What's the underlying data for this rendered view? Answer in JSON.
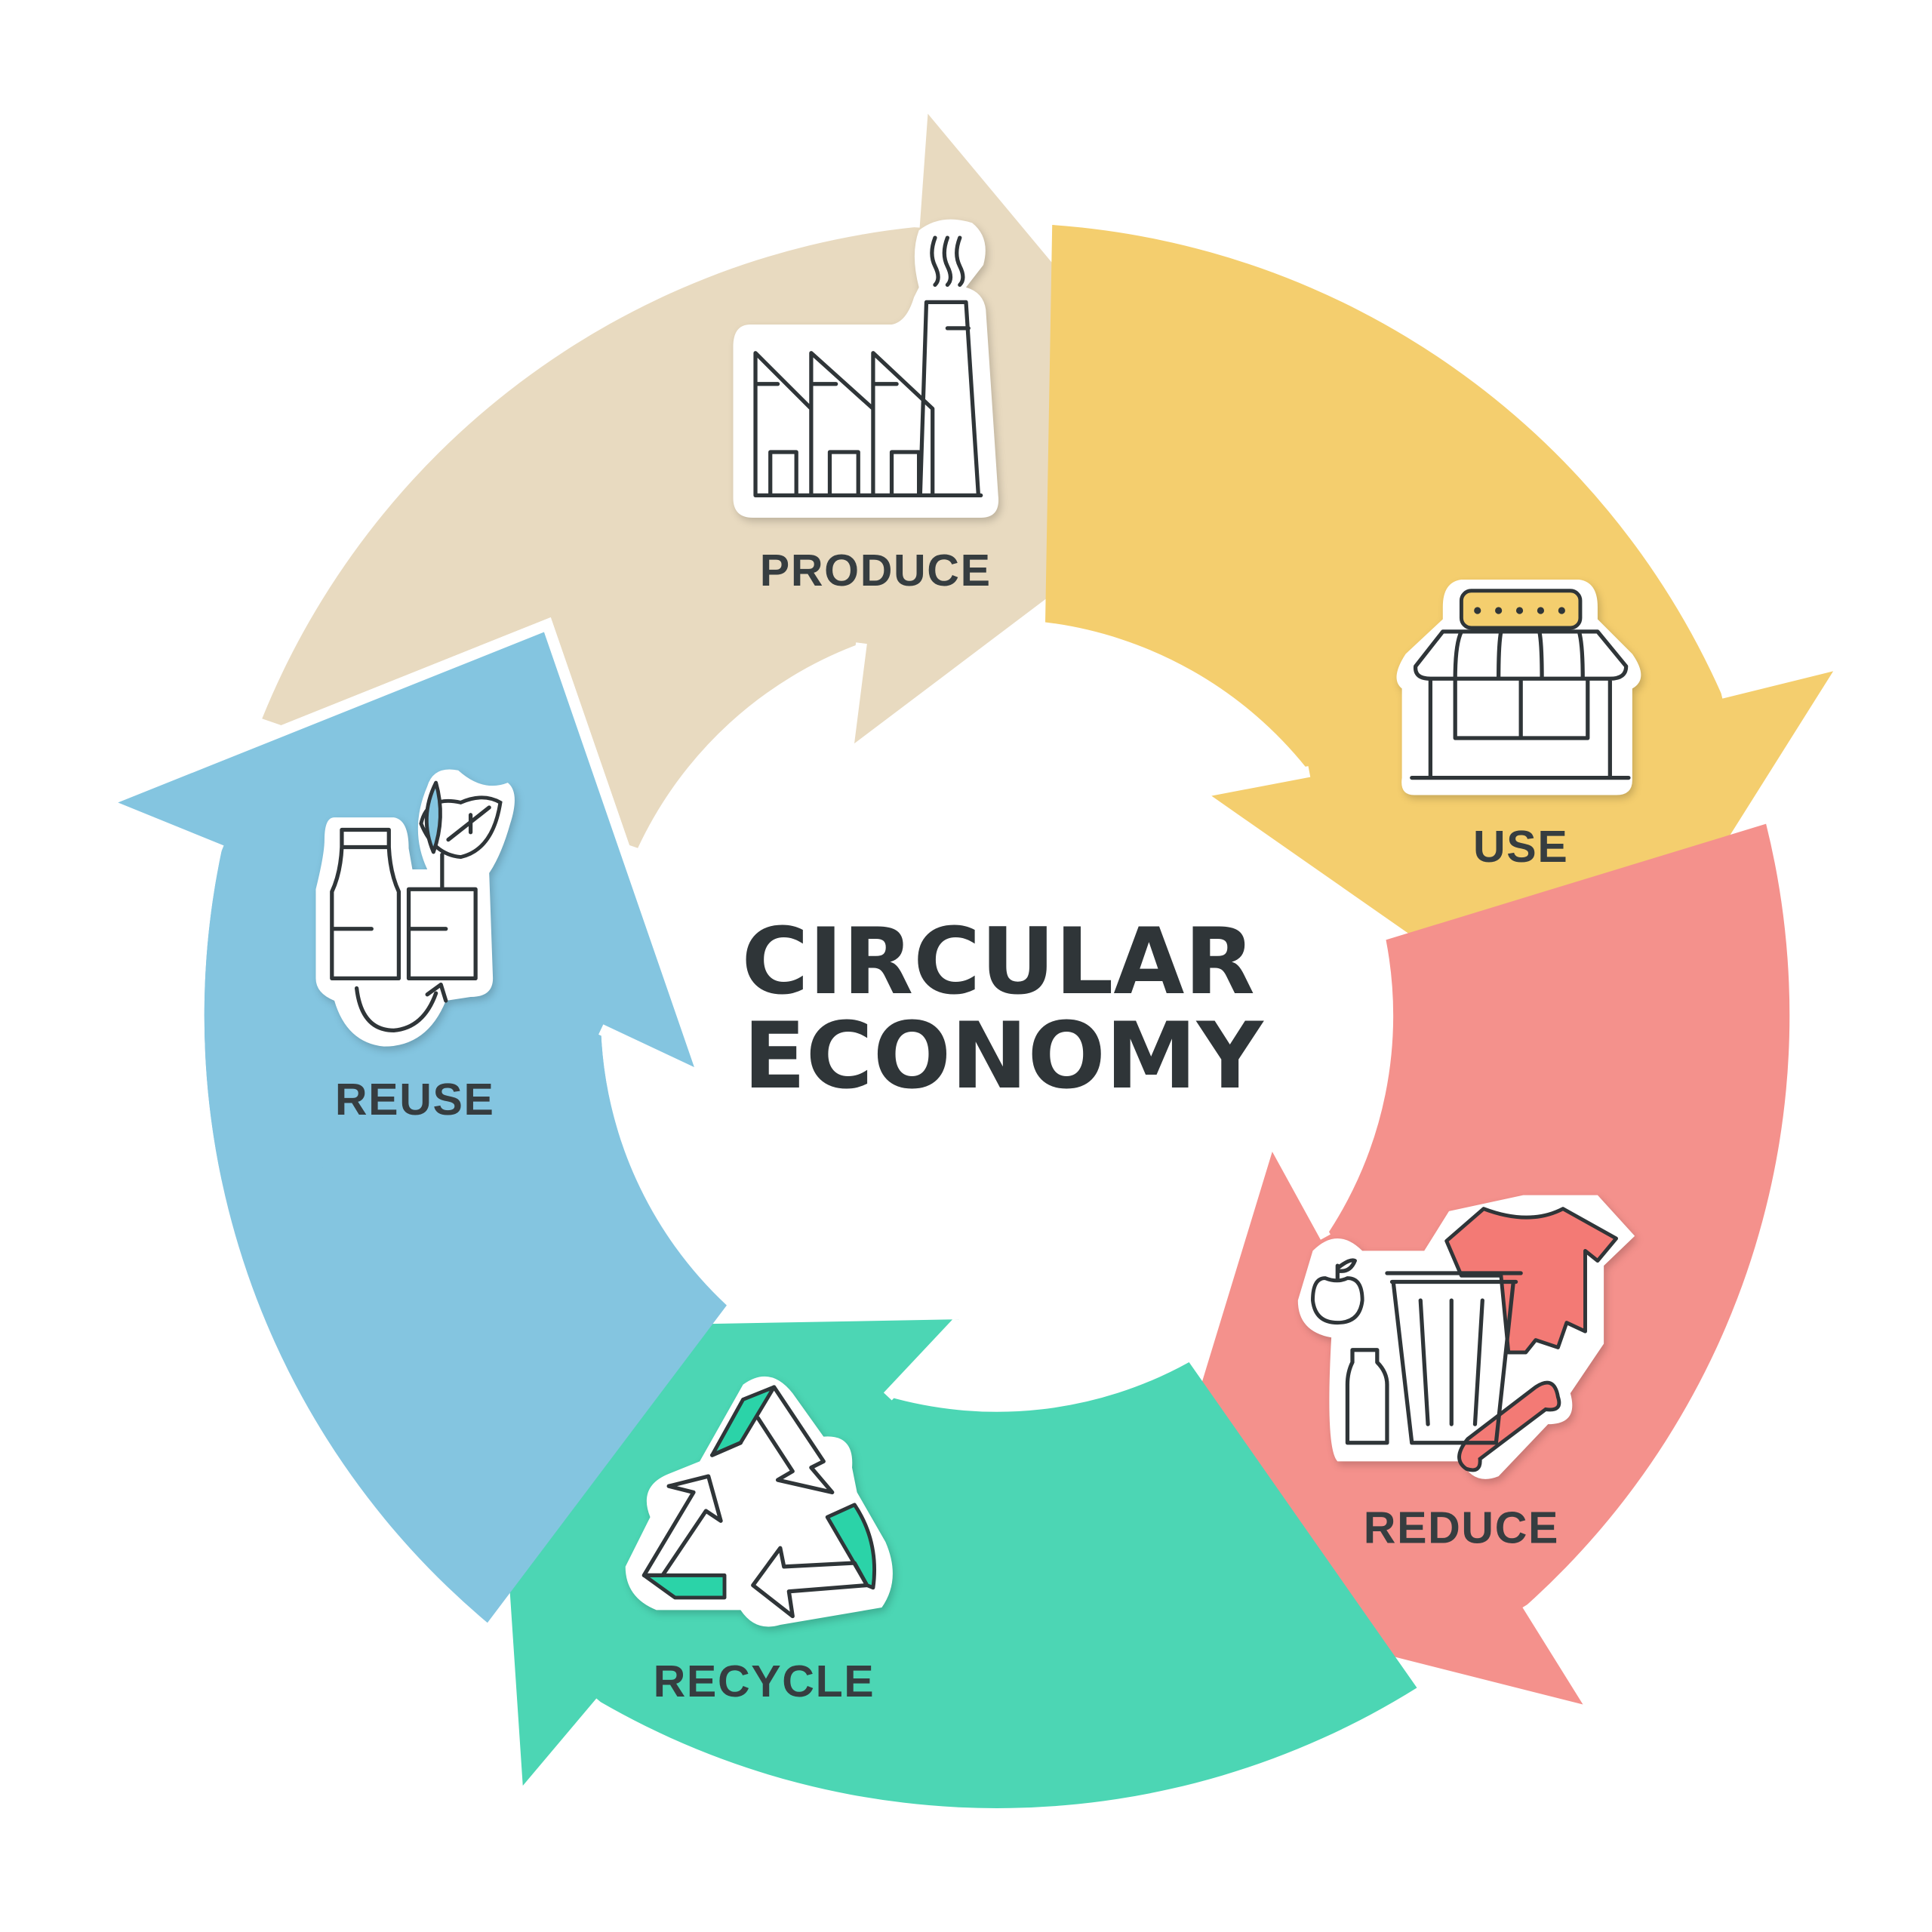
{
  "title": {
    "line1": "CIRCULAR",
    "line2": "ECONOMY"
  },
  "stages": [
    {
      "label": "PRODUCE",
      "icon": "factory-icon",
      "color": "#E8DAC0"
    },
    {
      "label": "USE",
      "icon": "store-icon",
      "color": "#F4CE6E"
    },
    {
      "label": "REDUCE",
      "icon": "waste-bin-icon",
      "color": "#F4918C"
    },
    {
      "label": "RECYCLE",
      "icon": "recycle-icon",
      "color": "#4CD6B4"
    },
    {
      "label": "REUSE",
      "icon": "reuse-bottles-icon",
      "color": "#84C5E0"
    }
  ],
  "colors": {
    "text": "#2F3538",
    "background": "#FFFFFF"
  }
}
